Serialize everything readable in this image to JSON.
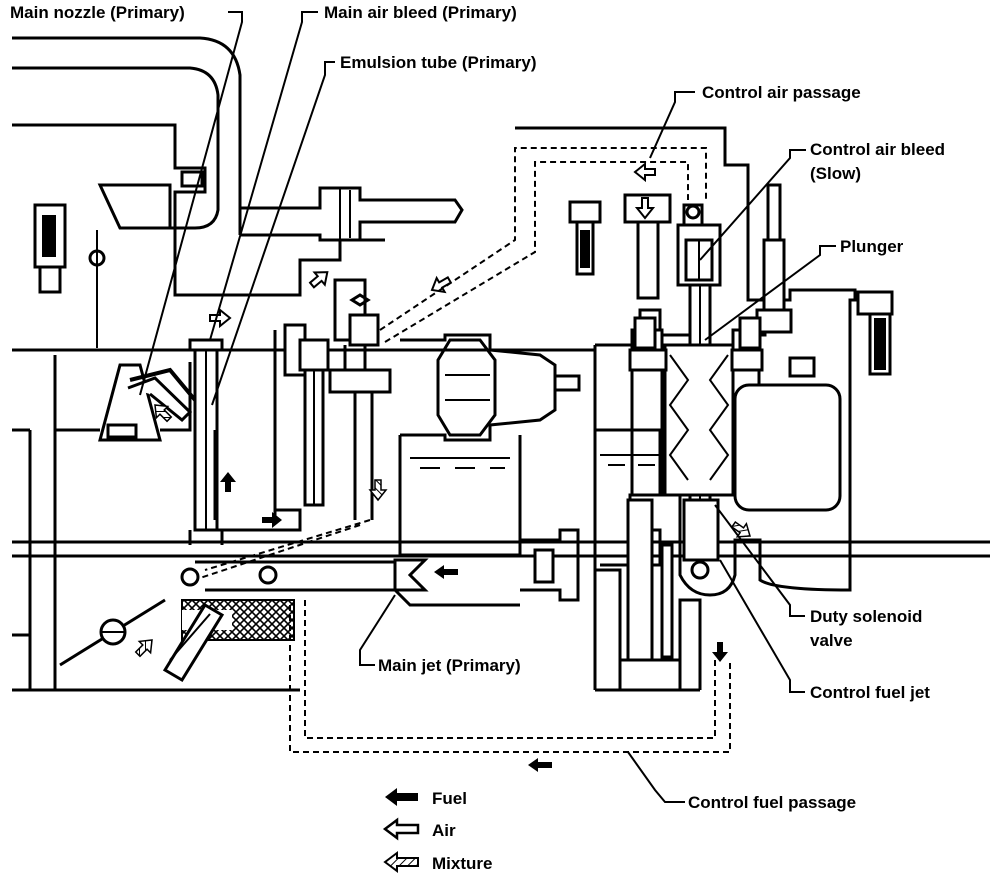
{
  "labels": {
    "main_nozzle": "Main nozzle (Primary)",
    "main_air_bleed": "Main air bleed (Primary)",
    "emulsion_tube": "Emulsion tube (Primary)",
    "control_air_passage": "Control air passage",
    "control_air_bleed_1": "Control air bleed",
    "control_air_bleed_2": "(Slow)",
    "plunger": "Plunger",
    "duty_solenoid_1": "Duty solenoid",
    "duty_solenoid_2": "valve",
    "control_fuel_jet": "Control fuel jet",
    "main_jet": "Main jet (Primary)",
    "control_fuel_passage": "Control fuel passage"
  },
  "legend": {
    "fuel": "Fuel",
    "air": "Air",
    "mixture": "Mixture"
  },
  "colors": {
    "ink": "#000000",
    "paper": "#ffffff"
  }
}
